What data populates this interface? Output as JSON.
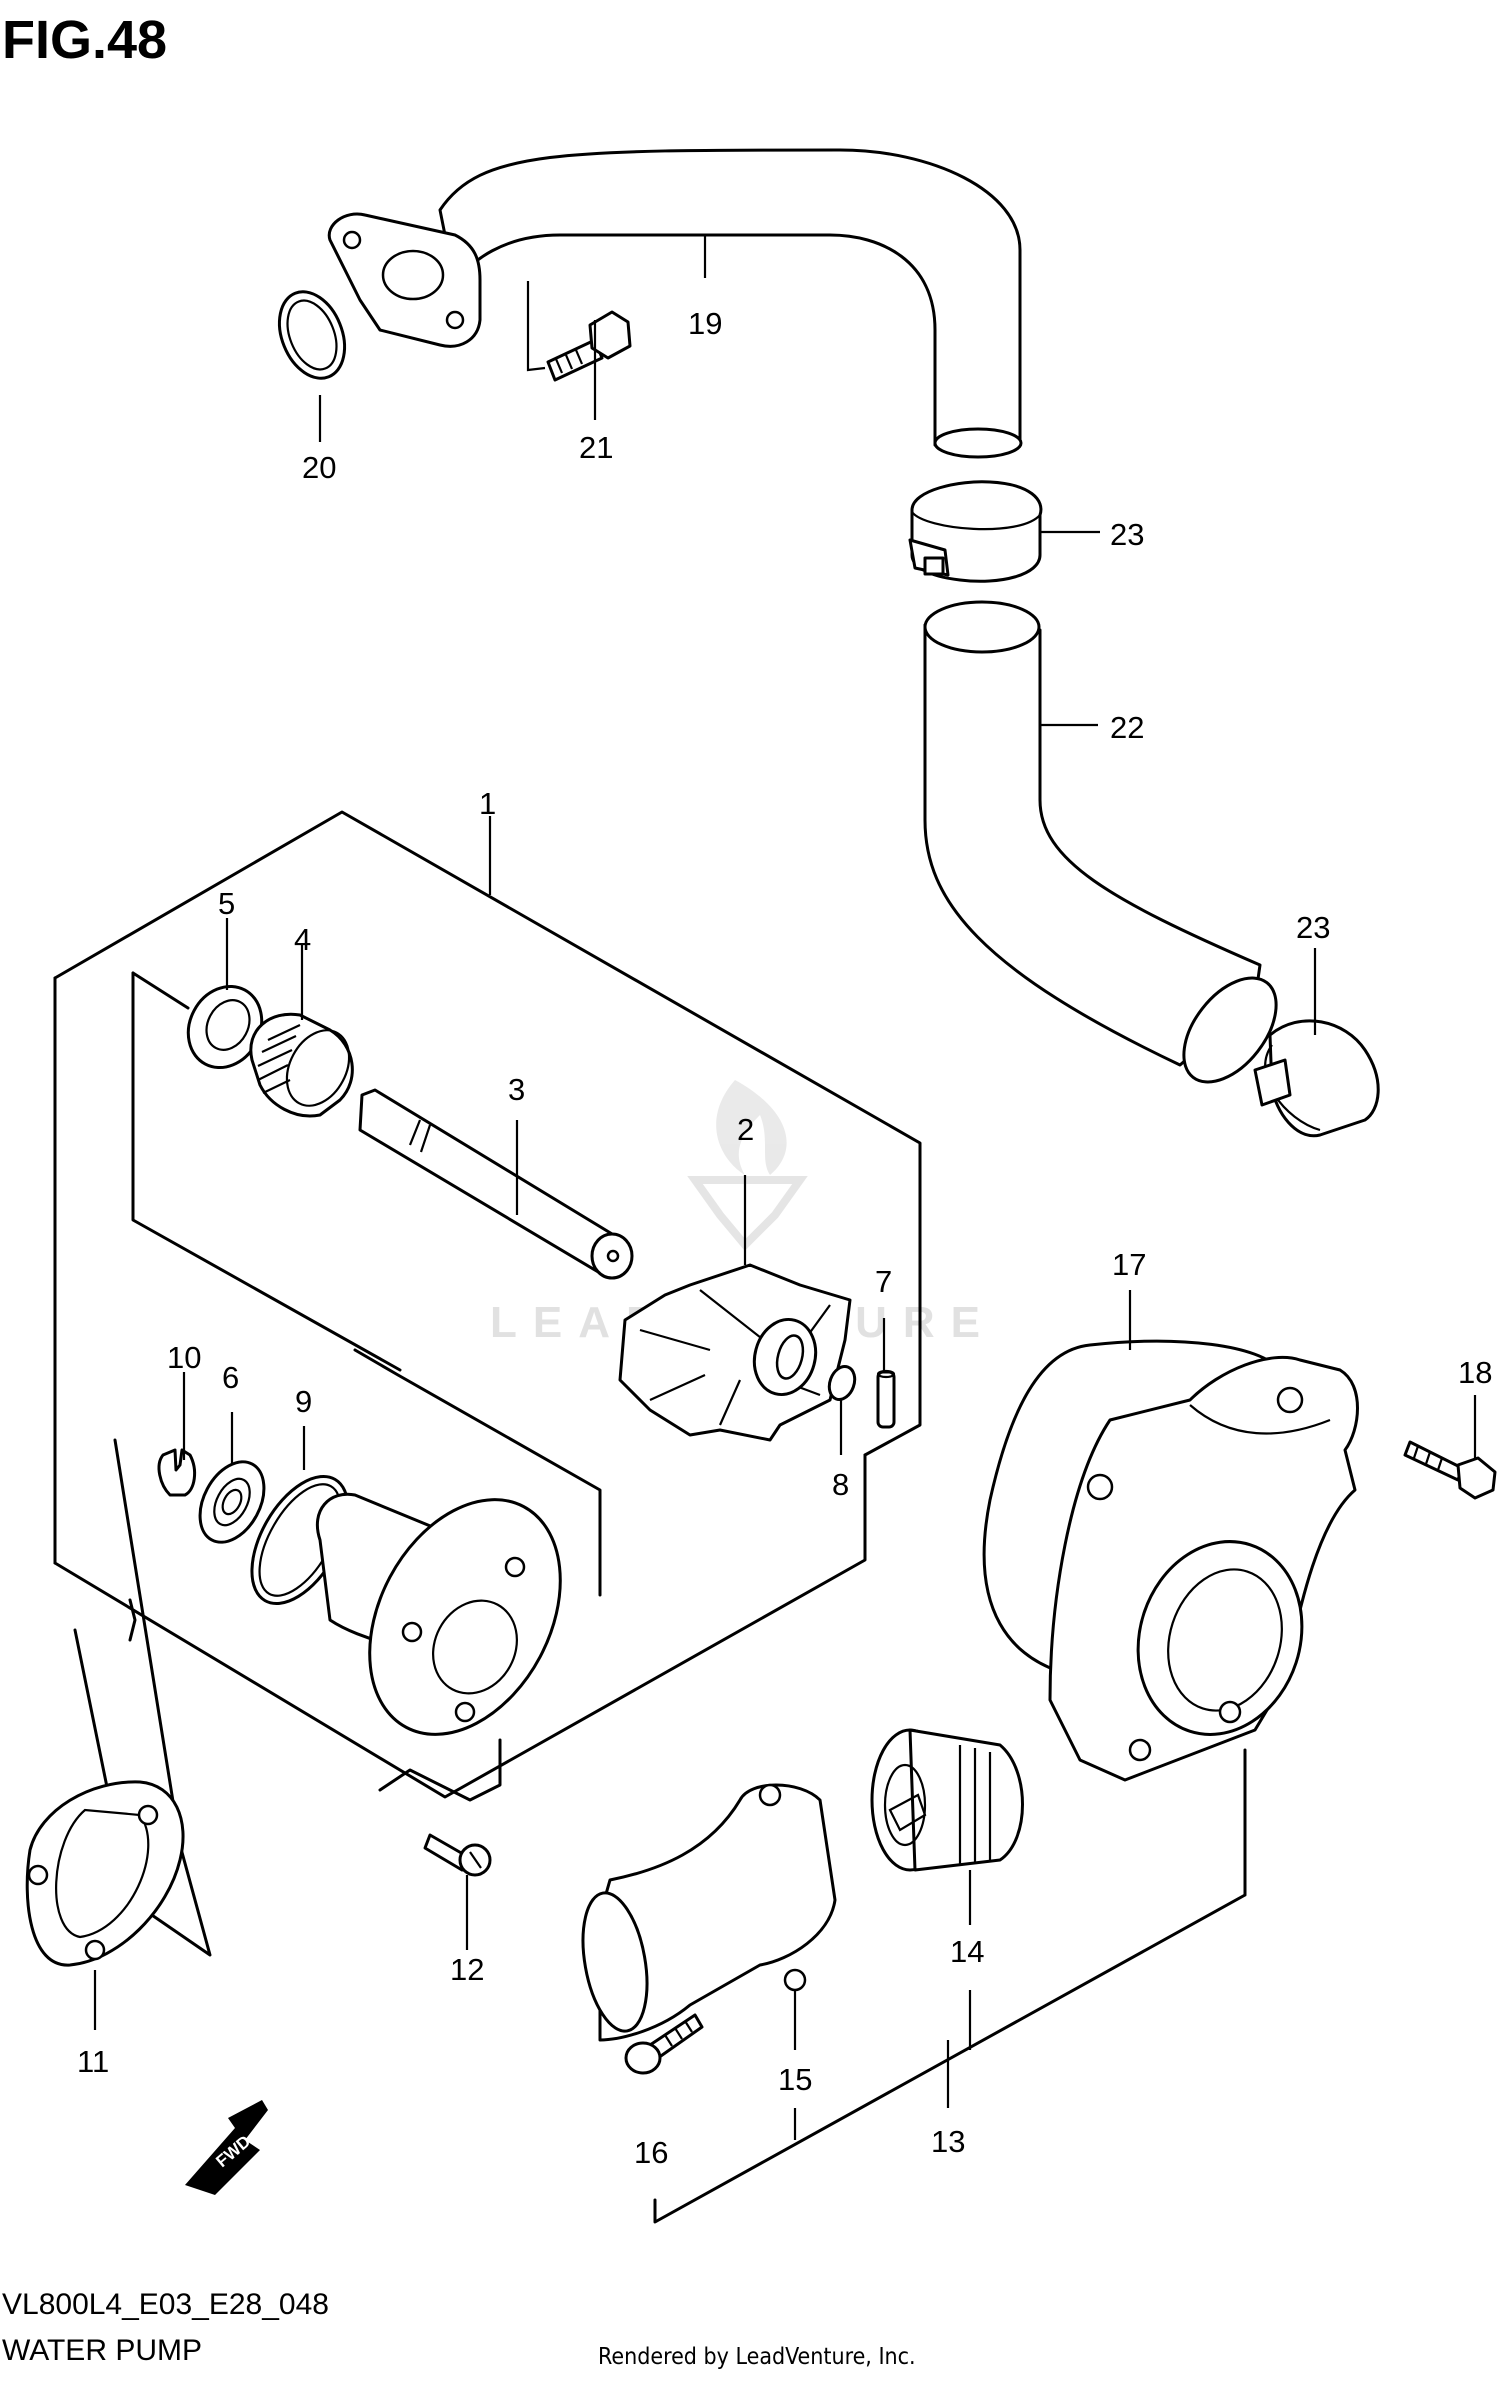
{
  "figure": {
    "title": "FIG.48",
    "model_code": "VL800L4_E03_E28_048",
    "name": "WATER PUMP",
    "rendered_by": "Rendered by LeadVenture, Inc.",
    "watermark": "LEADVENTURE",
    "fwd_label": "FWD"
  },
  "callouts": [
    "1",
    "2",
    "3",
    "4",
    "5",
    "6",
    "7",
    "8",
    "9",
    "10",
    "11",
    "12",
    "13",
    "14",
    "15",
    "16",
    "17",
    "18",
    "19",
    "20",
    "21",
    "22",
    "23",
    "23"
  ]
}
